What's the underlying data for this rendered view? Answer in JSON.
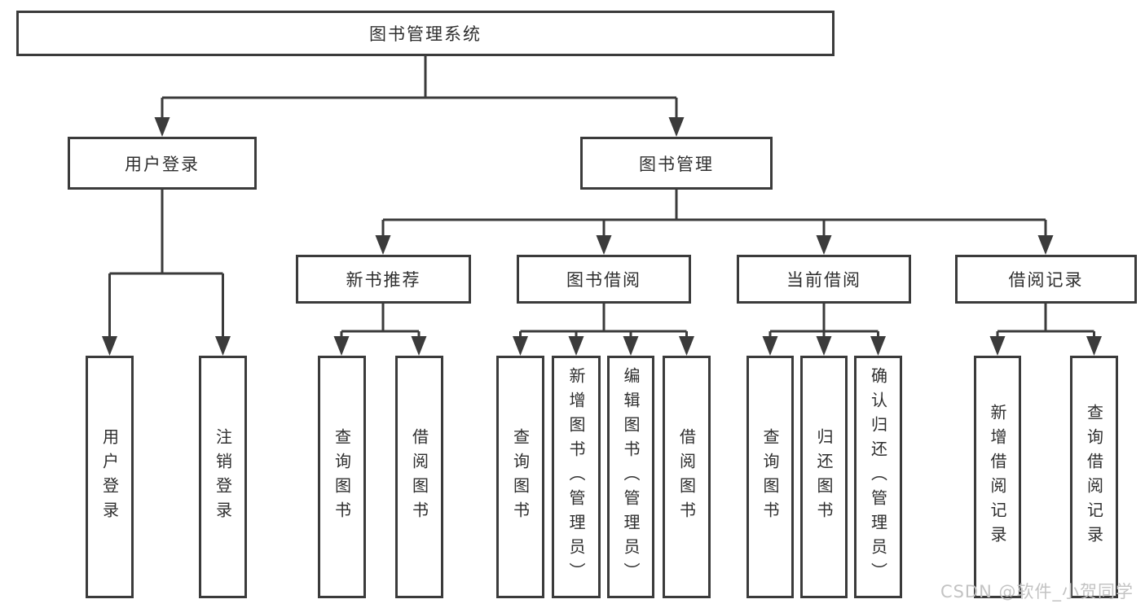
{
  "diagram": {
    "root": {
      "label": "图书管理系统"
    },
    "level2": [
      {
        "label": "用户登录",
        "children": [
          {
            "label": "用户登录"
          },
          {
            "label": "注销登录"
          }
        ]
      },
      {
        "label": "图书管理",
        "children": [
          {
            "label": "新书推荐",
            "children": [
              {
                "label": "查询图书"
              },
              {
                "label": "借阅图书"
              }
            ]
          },
          {
            "label": "图书借阅",
            "children": [
              {
                "label": "查询图书"
              },
              {
                "label": "新增图书（管理员）"
              },
              {
                "label": "编辑图书（管理员）"
              },
              {
                "label": "借阅图书"
              }
            ]
          },
          {
            "label": "当前借阅",
            "children": [
              {
                "label": "查询图书"
              },
              {
                "label": "归还图书"
              },
              {
                "label": "确认归还（管理员）"
              }
            ]
          },
          {
            "label": "借阅记录",
            "children": [
              {
                "label": "新增借阅记录"
              },
              {
                "label": "查询借阅记录"
              }
            ]
          }
        ]
      }
    ]
  },
  "watermark": {
    "text": "CSDN @软件_小贺同学"
  },
  "colors": {
    "line": "#3b3b3b",
    "text": "#2e2e2e",
    "watermark": "#c3c3c3",
    "background": "#ffffff"
  }
}
